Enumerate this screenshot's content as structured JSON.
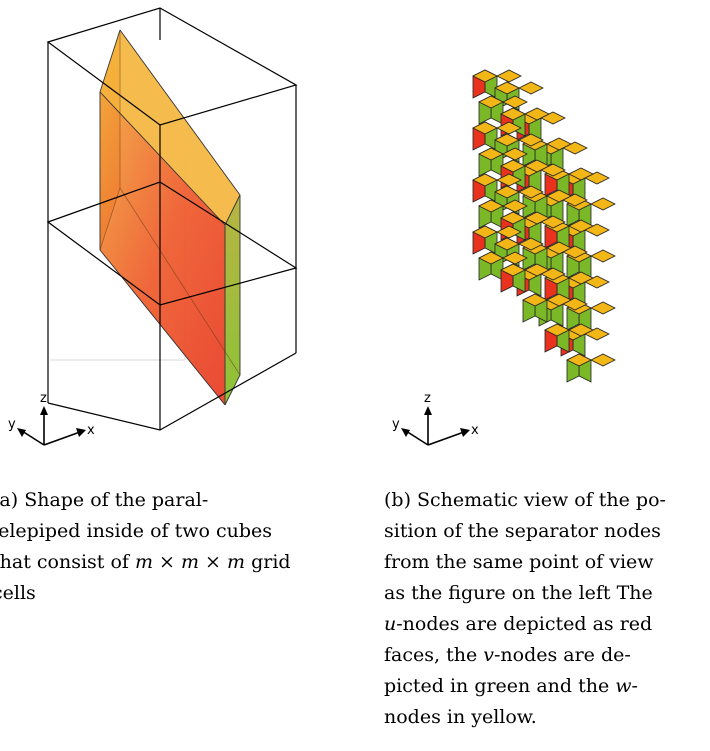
{
  "figure_a": {
    "axis_labels": {
      "x": "x",
      "y": "y",
      "z": "z"
    }
  },
  "figure_b": {
    "axis_labels": {
      "x": "x",
      "y": "y",
      "z": "z"
    },
    "colors": {
      "u_nodes": "#e8321e",
      "v_nodes": "#7ab828",
      "w_nodes": "#f2b616"
    }
  },
  "captions": {
    "a": {
      "line1": "(a) Shape of the paral-",
      "line2": "lelepiped inside of two cubes",
      "line3_pre": "that consist of ",
      "line3_math": "m × m × m",
      "line3_post": " grid",
      "line4": "cells"
    },
    "b": {
      "line1": "(b) Schematic view of the po-",
      "line2": "sition of the separator nodes",
      "line3": "from the same point of view",
      "line4": "as the figure on the left The",
      "line5_math": "u",
      "line5_rest": "-nodes are depicted as red",
      "line6_pre": "faces, the ",
      "line6_math": "v",
      "line6_rest": "-nodes are de-",
      "line7_pre": "picted in green and the ",
      "line7_math": "w",
      "line7_rest": "-",
      "line8": "nodes in yellow."
    }
  }
}
